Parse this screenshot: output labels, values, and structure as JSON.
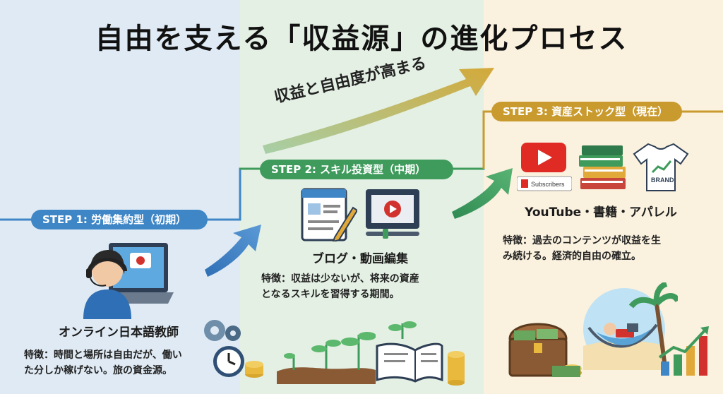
{
  "title": "自由を支える「収益源」の進化プロセス",
  "arrow_label": "収益と自由度が高まる",
  "steps": [
    {
      "badge": "STEP 1: 労働集約型（初期）",
      "heading": "オンライン日本語教師",
      "description_line1": "特徴：時間と場所は自由だが、働い",
      "description_line2": "た分しか稼げない。旅の資金源。"
    },
    {
      "badge": "STEP 2: スキル投資型（中期）",
      "heading": "ブログ・動画編集",
      "description_line1": "特徴：収益は少ないが、将来の資産",
      "description_line2": "となるスキルを習得する期間。"
    },
    {
      "badge": "STEP 3: 資産ストック型（現在）",
      "heading": "YouTube・書籍・アパレル",
      "description_line1": "特徴：過去のコンテンツが収益を生",
      "description_line2": "み続ける。経済的自由の確立。"
    }
  ],
  "icon_labels": {
    "subscribers": "Subscribers",
    "brand": "BRAND"
  },
  "colors": {
    "step1": "#3f86c6",
    "step2": "#3f9b5c",
    "step3": "#c99a2e"
  }
}
